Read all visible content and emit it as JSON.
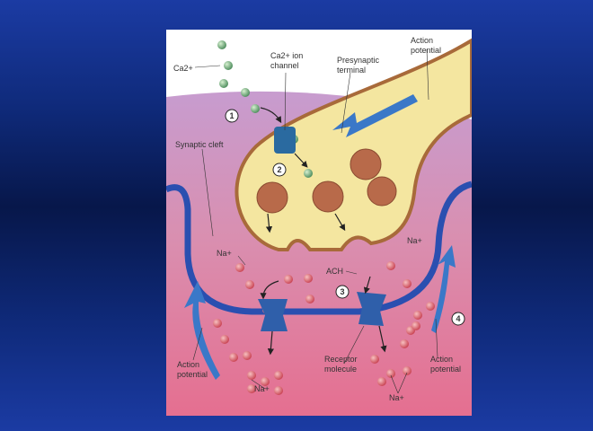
{
  "labels": {
    "ca": "Ca2+",
    "ca_channel_1": "Ca2+ ion",
    "ca_channel_2": "channel",
    "presynaptic_1": "Presynaptic",
    "presynaptic_2": "terminal",
    "ap_top_1": "Action",
    "ap_top_2": "potential",
    "synaptic_cleft": "Synaptic cleft",
    "na_left": "Na+",
    "na_right": "Na+",
    "ach": "ACH",
    "ap_left_1": "Action",
    "ap_left_2": "potential",
    "na_bottom_left": "Na+",
    "receptor_1": "Receptor",
    "receptor_2": "molecule",
    "na_bottom_right": "Na+",
    "ap_right_1": "Action",
    "ap_right_2": "potential"
  },
  "steps": [
    "1",
    "2",
    "3",
    "4"
  ],
  "colors": {
    "membrane": "#2a4fb0",
    "terminal": "#f4e6a0",
    "cleft": "#c9a8d8",
    "postsynaptic": "#e37a98",
    "arrow": "#3a78c8"
  }
}
